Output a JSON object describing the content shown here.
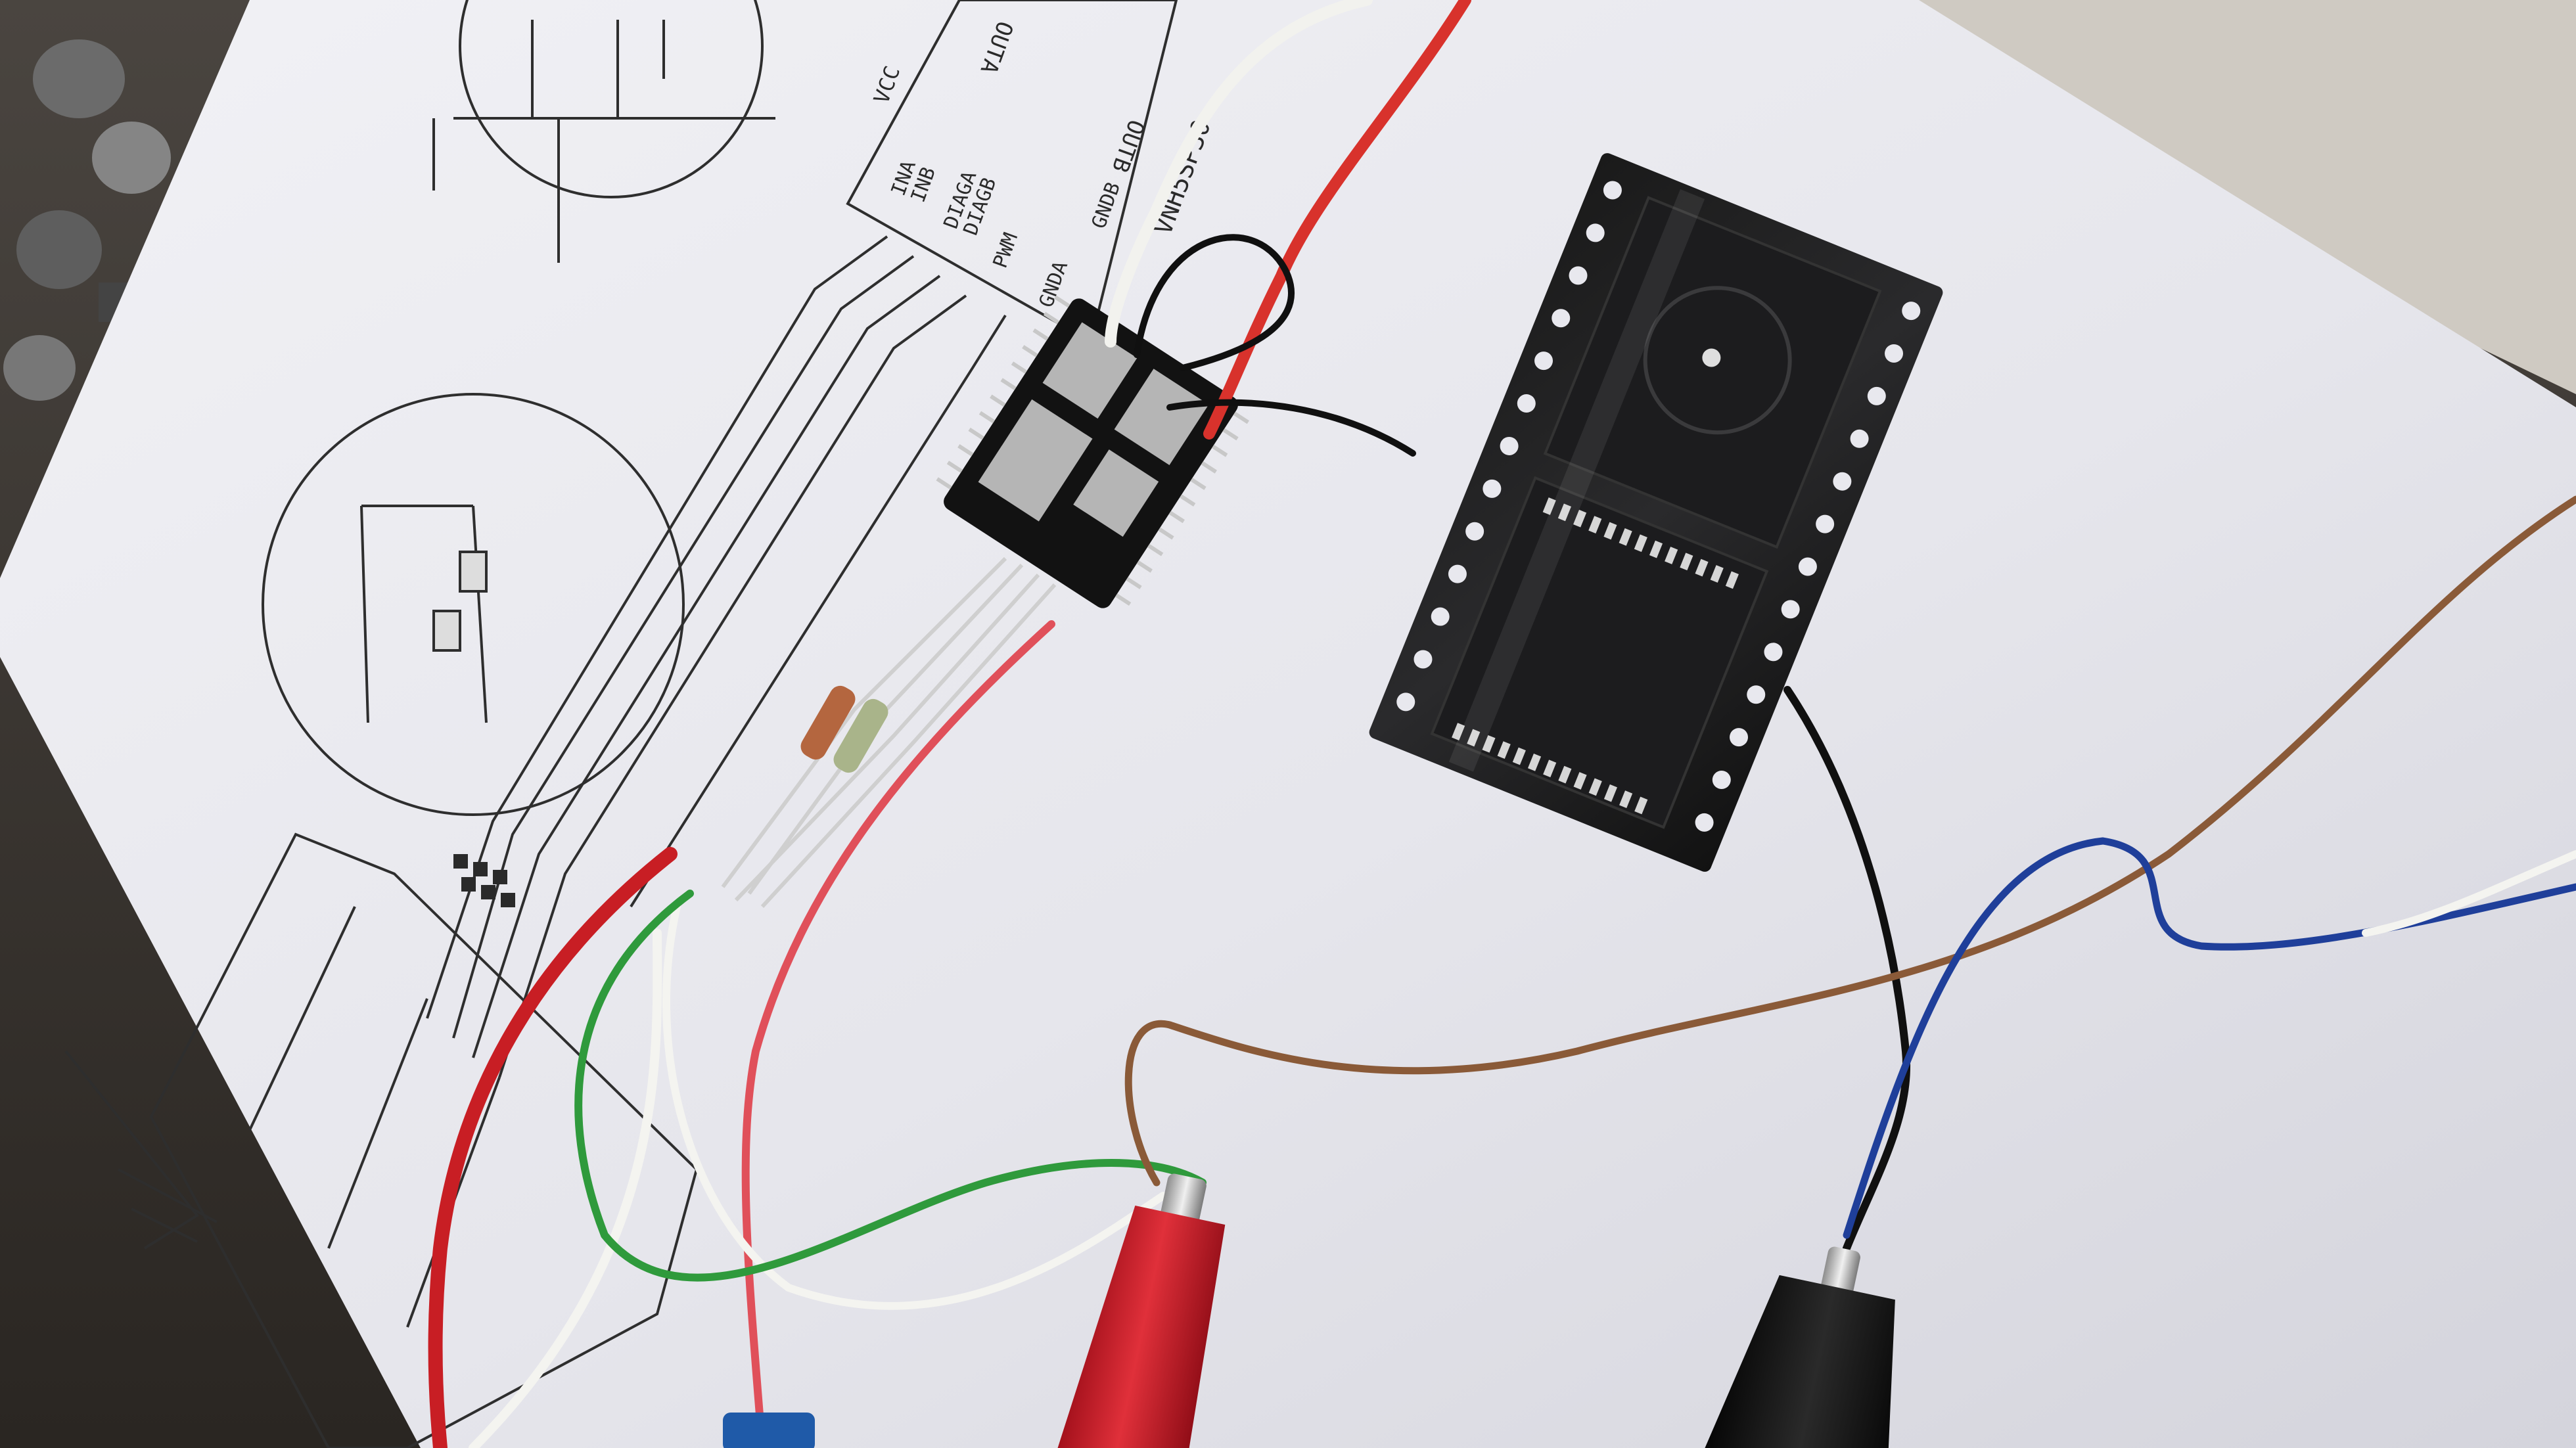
{
  "schematic": {
    "chip_name": "VNH5SP30",
    "pin_ina": "INA",
    "pin_inb": "INB",
    "pin_diaga": "DIAGA",
    "pin_diagb": "DIAGB",
    "pin_pwm": "PWM",
    "pin_gnda": "GNDA",
    "pin_gndb": "GNDB",
    "pin_outa": "OUTA",
    "pin_outb": "OUTB",
    "pin_vcc": "VCC"
  },
  "colors": {
    "paper": "#e9e9ee",
    "paper_shadow": "#c9c9d2",
    "workbench": "#3a3530",
    "chip_body": "#141414",
    "tray": "#161616",
    "wire_red": "#d8322c",
    "wire_white": "#f2f2ee",
    "wire_black": "#101010",
    "wire_green": "#2f9a3c",
    "wire_brown": "#8a5a38",
    "wire_blue": "#1f3f9a",
    "clip_red": "#d11a26",
    "clip_black": "#111111",
    "resistor": "#b4663f"
  },
  "objects": [
    "schematic-paper",
    "breakout-chip",
    "spare-chip-tray",
    "red-alligator-clip",
    "black-alligator-clip"
  ]
}
